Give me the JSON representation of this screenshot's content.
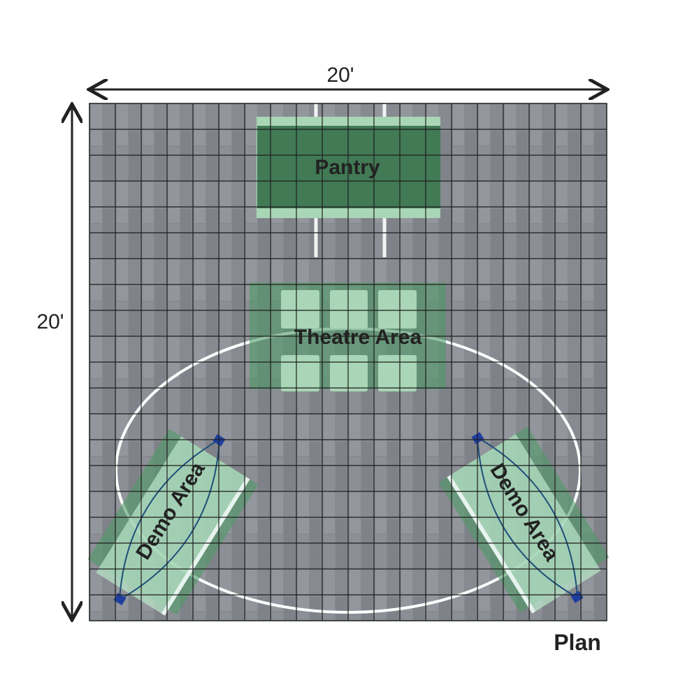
{
  "dimensions": {
    "width_label": "20'",
    "depth_label": "20'"
  },
  "title": "Plan",
  "areas": {
    "pantry": "Pantry",
    "theatre": "Theatre Area",
    "demo_left": "Demo Area",
    "demo_right": "Demo Area"
  },
  "grid": {
    "columns": 20,
    "rows": 20
  },
  "colors": {
    "floor": "#8b8e94",
    "grid_line": "#1e1e1e",
    "area_dark": "#3f7a55",
    "area_light": "#a9d6b6",
    "accent_blue": "#1f3fa0"
  }
}
